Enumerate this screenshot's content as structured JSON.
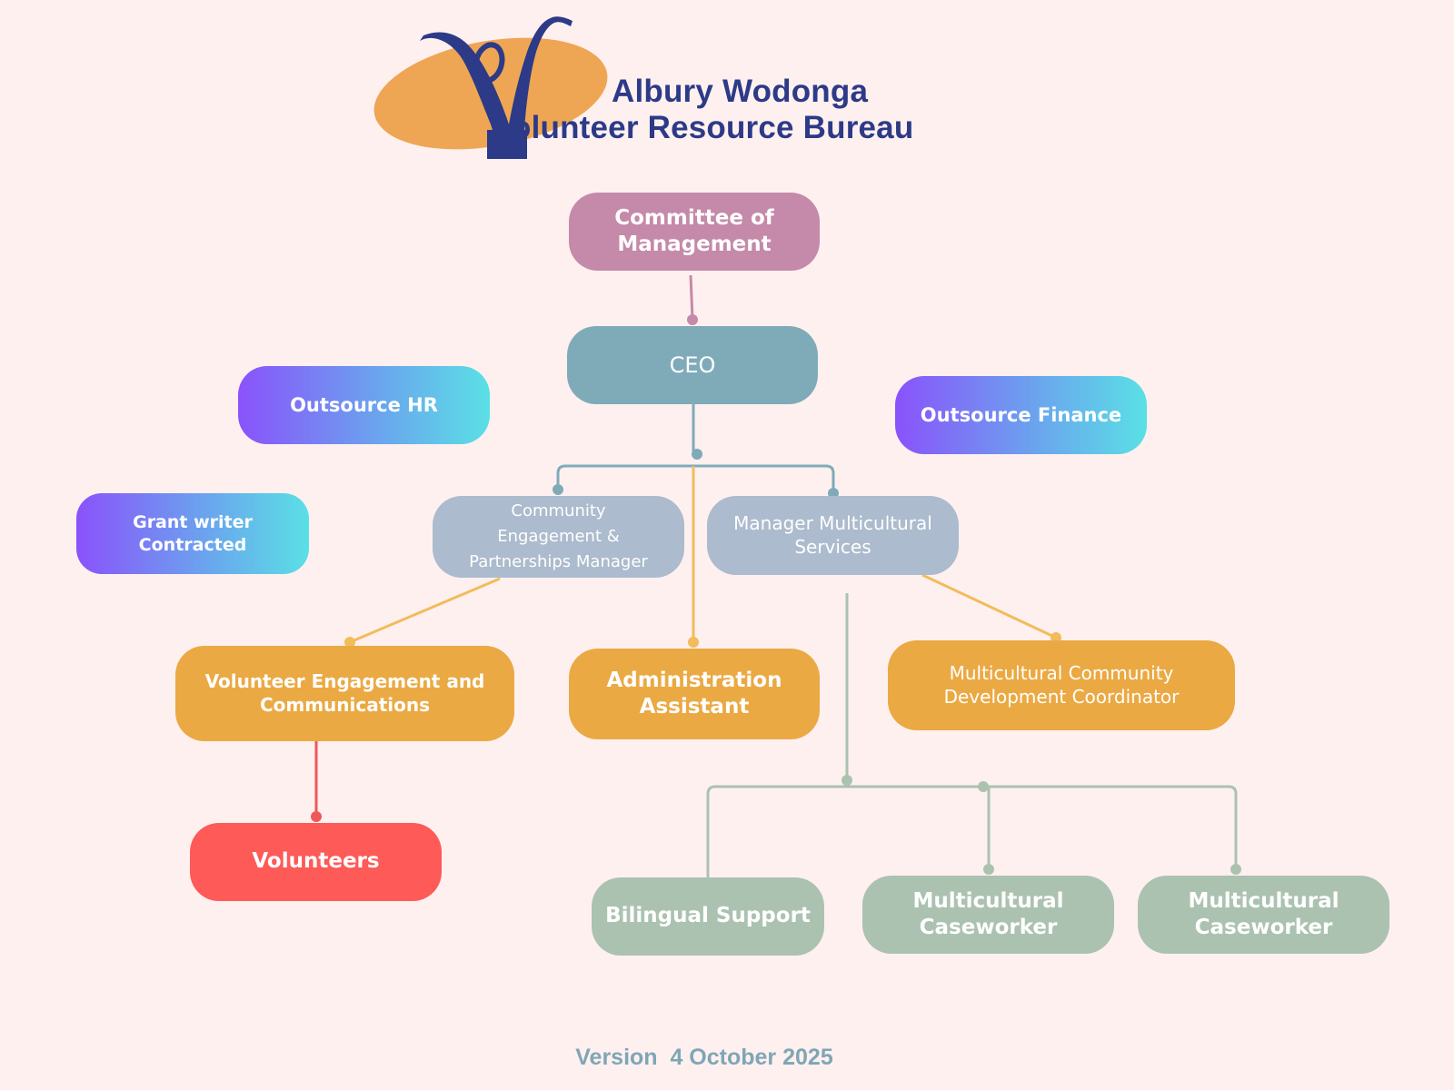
{
  "logo": {
    "line1": "Albury Wodonga",
    "line2": "olunteer Resource Bureau"
  },
  "nodes": {
    "committee": "Committee of\nManagement",
    "ceo": "CEO",
    "outsource_hr": "Outsource HR",
    "outsource_finance": "Outsource Finance",
    "grant_writer": "Grant writer\nContracted",
    "community_manager": "Community\nEngagement &\nPartnerships Manager",
    "multicultural_manager": "Manager Multicultural\nServices",
    "volunteer_engagement": "Volunteer Engagement and\nCommunications",
    "admin_assistant": "Administration\nAssistant",
    "multicultural_coordinator": "Multicultural Community\nDevelopment Coordinator",
    "volunteers": "Volunteers",
    "bilingual_support": "Bilingual Support",
    "caseworker_1": "Multicultural\nCaseworker",
    "caseworker_2": "Multicultural\nCaseworker"
  },
  "footer": {
    "version": "Version  4 October 2025"
  },
  "colors": {
    "background": "#fff0f0",
    "committee": "#c589a9",
    "ceo": "#7fabb9",
    "manager": "#acbbcd",
    "staff": "#eba943",
    "volunteers": "#fd5a58",
    "multicultural_team": "#abc2b0",
    "outsourced_gradient": [
      "#8a52fb",
      "#5ae0e5"
    ],
    "logo_text": "#2c3a87",
    "logo_ellipse": "#eea654"
  }
}
